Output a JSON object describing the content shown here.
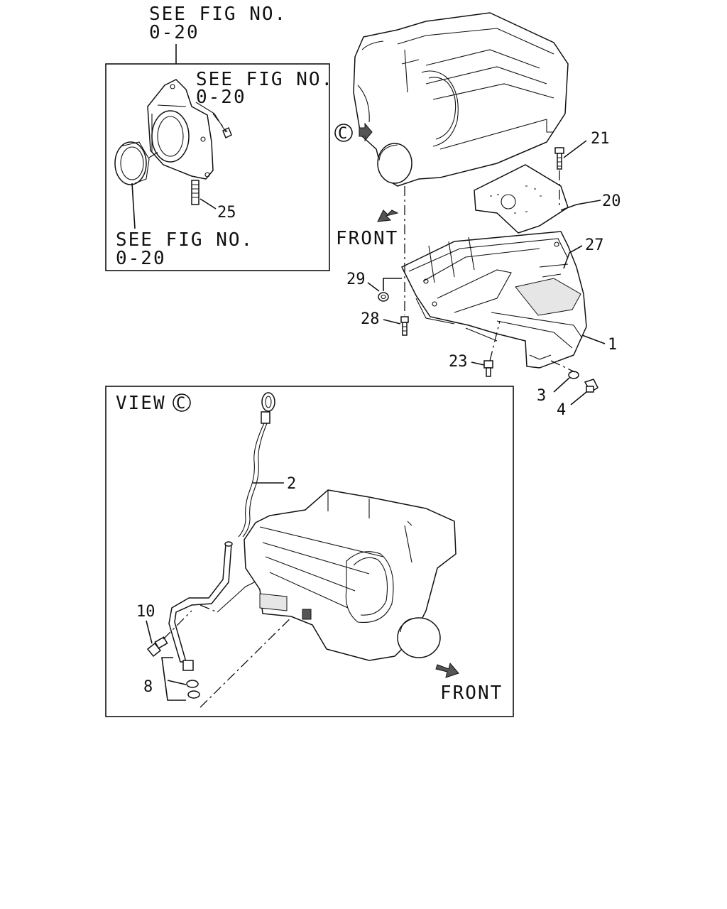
{
  "references": {
    "top_ref_line1": "SEE FIG NO.",
    "top_ref_line2": "0-20",
    "inset_ref_a_line1": "SEE FIG NO.",
    "inset_ref_a_line2": "0-20",
    "inset_ref_b_line1": "SEE FIG NO.",
    "inset_ref_b_line2": "0-20"
  },
  "view": {
    "view_label": "VIEW",
    "view_symbol": "C",
    "arrow_symbol": "C"
  },
  "directions": {
    "front_upper": "FRONT",
    "front_lower": "FRONT"
  },
  "part_numbers": {
    "p25": "25",
    "p21": "21",
    "p20": "20",
    "p27": "27",
    "p29": "29",
    "p28": "28",
    "p1": "1",
    "p23": "23",
    "p3": "3",
    "p4": "4",
    "p2": "2",
    "p10": "10",
    "p8": "8"
  }
}
